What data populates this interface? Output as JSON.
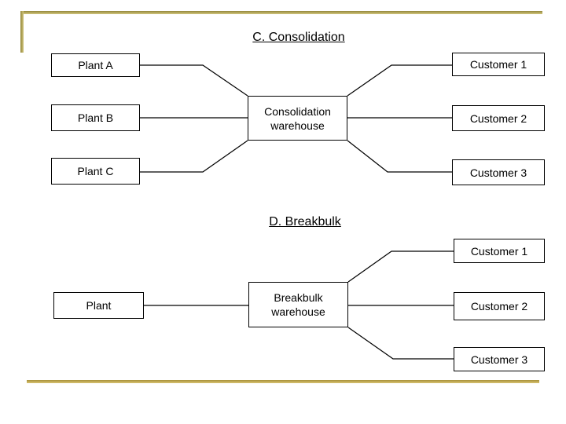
{
  "slide": {
    "background_color": "#ffffff",
    "accent_gold_color": "#b1a249",
    "text_color": "#000000"
  },
  "consolidation": {
    "title": "C. Consolidation",
    "plants": [
      "Plant A",
      "Plant B",
      "Plant C"
    ],
    "warehouse": "Consolidation warehouse",
    "customers": [
      "Customer 1",
      "Customer 2",
      "Customer 3"
    ]
  },
  "breakbulk": {
    "title": "D. Breakbulk",
    "plant": "Plant",
    "warehouse": "Breakbulk warehouse",
    "customers": [
      "Customer 1",
      "Customer 2",
      "Customer 3"
    ]
  }
}
